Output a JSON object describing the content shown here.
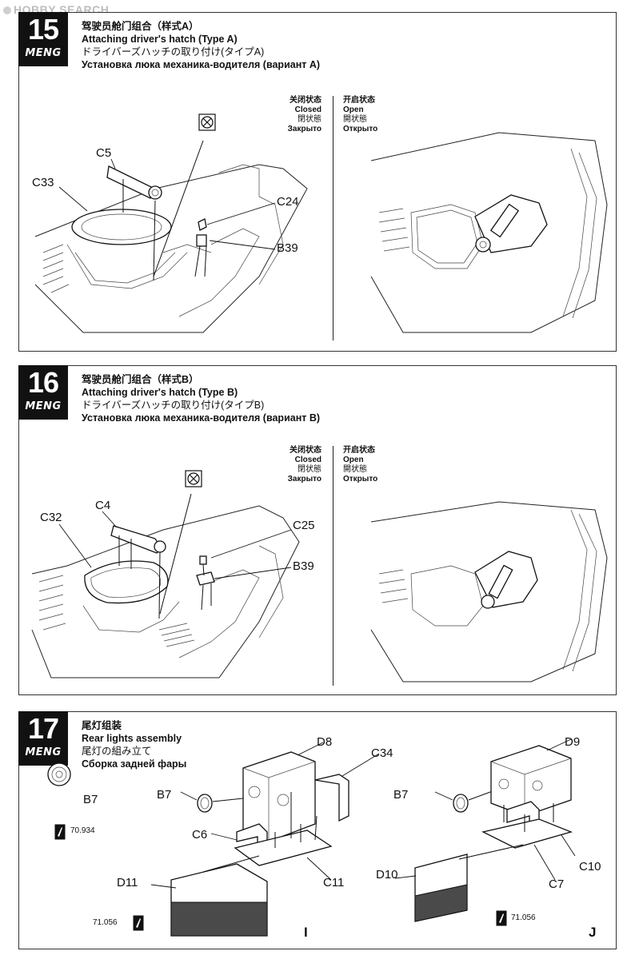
{
  "watermark": "HOBBY SEARCH",
  "brand": "MENG",
  "states": {
    "closed": [
      "关闭状态",
      "Closed",
      "閉状態",
      "Закрыто"
    ],
    "open": [
      "开启状态",
      "Open",
      "開状態",
      "Открыто"
    ]
  },
  "steps": [
    {
      "number": "15",
      "title_zh": "驾驶员舱门组合（样式A）",
      "title_en": "Attaching driver's hatch (Type A)",
      "title_jp": "ドライバーズハッチの取り付け(タイプA)",
      "title_ru": "Установка люка механика-водителя (вариант А)",
      "labels": [
        "C5",
        "C33",
        "C24",
        "B39"
      ]
    },
    {
      "number": "16",
      "title_zh": "驾驶员舱门组合（样式B）",
      "title_en": "Attaching driver's hatch (Type B)",
      "title_jp": "ドライバーズハッチの取り付け(タイプB)",
      "title_ru": "Установка люка механика-водителя (вариант В)",
      "labels": [
        "C4",
        "C32",
        "C25",
        "B39"
      ]
    },
    {
      "number": "17",
      "title_zh": "尾灯组装",
      "title_en": "Rear lights assembly",
      "title_jp": "尾灯の組み立て",
      "title_ru": "Сборка задней фары",
      "labels_i": [
        "B7",
        "D8",
        "C34",
        "B7",
        "C6",
        "D11",
        "C11"
      ],
      "labels_j": [
        "D9",
        "B7",
        "C10",
        "D10",
        "C7"
      ],
      "paint_ref_1": "70.934",
      "paint_ref_2": "71.056",
      "paint_ref_3": "71.056",
      "variant_i": "I",
      "variant_j": "J"
    }
  ],
  "icons": [
    "do-not-glue-icon",
    "paint-brush-icon"
  ],
  "colors": {
    "ink": "#111111",
    "badge": "#111111",
    "paper": "#ffffff"
  }
}
